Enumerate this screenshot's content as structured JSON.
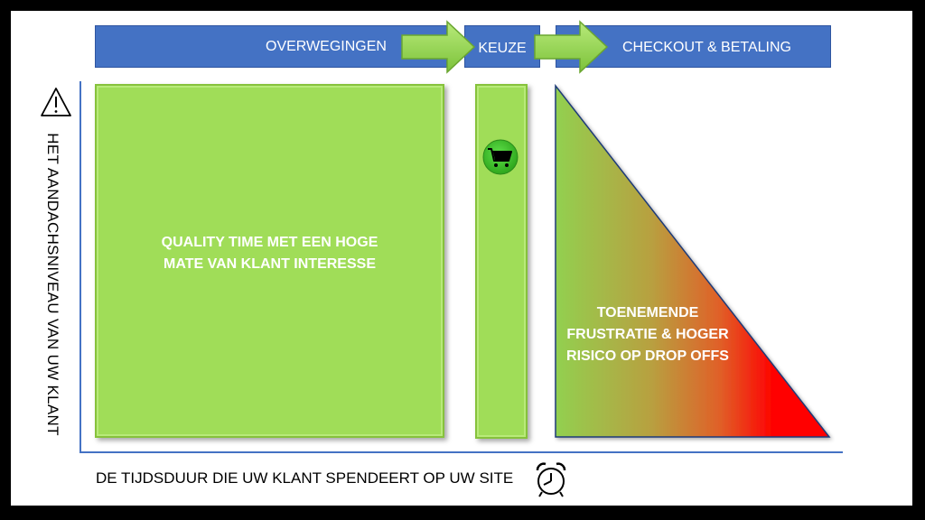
{
  "stages": {
    "overwegingen": "OVERWEGINGEN",
    "keuze": "KEUZE",
    "checkout": "CHECKOUT & BETALING"
  },
  "panels": {
    "quality_line1": "QUALITY TIME MET EEN HOGE",
    "quality_line2": "MATE VAN KLANT INTERESSE",
    "frustration_line1": "TOENEMENDE",
    "frustration_line2": "FRUSTRATIE & HOGER",
    "frustration_line3": "RISICO OP DROP OFFS"
  },
  "axes": {
    "y_label": "HET AANDACHSNIVEAU VAN UW KLANT",
    "x_label": "DE TIJDSDUUR DIE UW KLANT SPENDEERT OP UW SITE"
  },
  "icons": {
    "warning": "warning-icon",
    "cart": "shopping-cart-icon",
    "clock": "alarm-clock-icon"
  },
  "colors": {
    "bar_blue": "#4472c4",
    "panel_green": "#a0dd58",
    "arrow_green": "#8fd14f",
    "gradient_red": "#ff0000"
  }
}
